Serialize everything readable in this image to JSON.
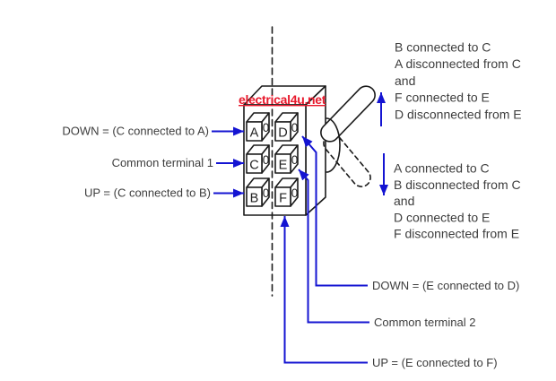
{
  "colors": {
    "blue": "#1414d2",
    "red": "#e8192c",
    "black": "#1a1a1a",
    "text": "#3d3d3d"
  },
  "watermark": "electrical4u.net",
  "switch": {
    "terminals": [
      {
        "letter": "A",
        "hole": "0"
      },
      {
        "letter": "C",
        "hole": "0"
      },
      {
        "letter": "B",
        "hole": "0"
      },
      {
        "letter": "D",
        "hole": "0"
      },
      {
        "letter": "E",
        "hole": "0"
      },
      {
        "letter": "F",
        "hole": "0"
      }
    ]
  },
  "labels": {
    "left": [
      {
        "text": "DOWN = (C connected to A)"
      },
      {
        "text": "Common terminal 1"
      },
      {
        "text": "UP = (C connected to B)"
      }
    ],
    "bottom_right": [
      {
        "text": "DOWN = (E connected to D)"
      },
      {
        "text": "Common terminal 2"
      },
      {
        "text": "UP = (E connected to F)"
      }
    ]
  },
  "state_up_lines": [
    "B connected to C",
    "A disconnected from C",
    "and",
    "F connected to E",
    "D disconnected from E"
  ],
  "state_down_lines": [
    "A connected to C",
    "B disconnected from C",
    "and",
    "D connected to E",
    "F disconnected from E"
  ]
}
